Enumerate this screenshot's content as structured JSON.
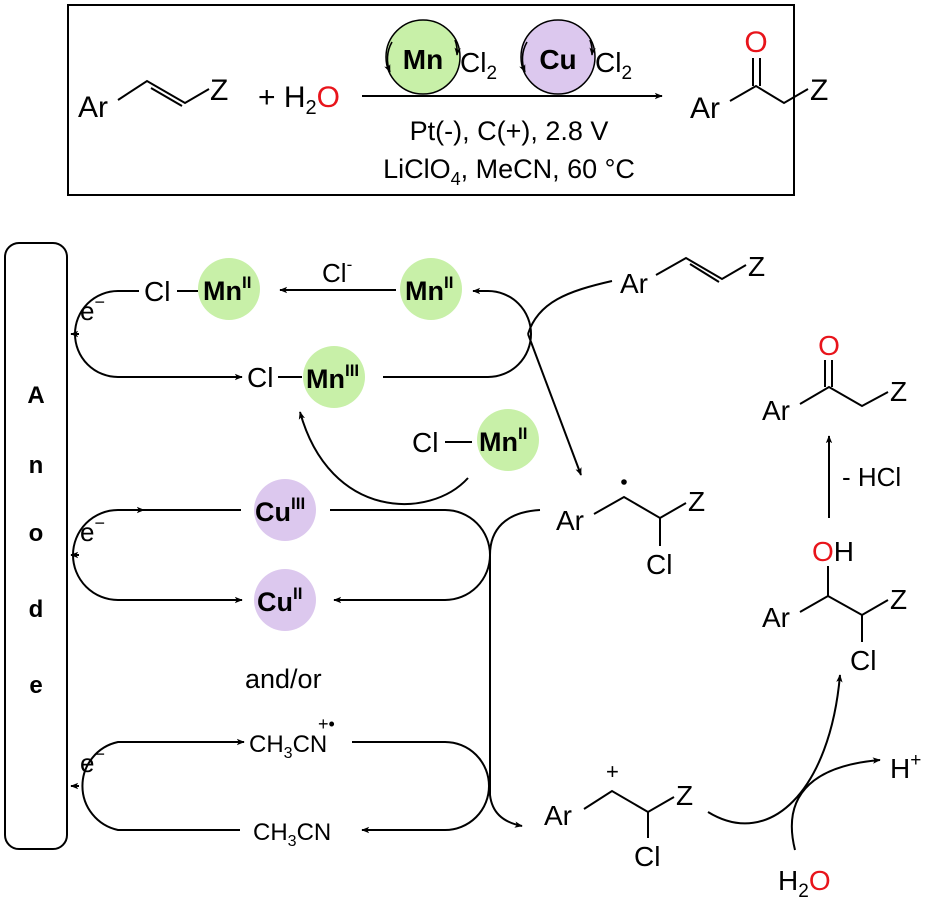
{
  "colors": {
    "mn_fill": "#c8f0a8",
    "cu_fill": "#dcc8ee",
    "oxygen_red": "#e8141b",
    "text": "#000000"
  },
  "top_reaction": {
    "reactant_ar": "Ar",
    "reactant_z": "Z",
    "plus_water_prefix": "+ H",
    "water_sub": "2",
    "water_o": "O",
    "mn_catalyst": "Mn",
    "mn_cl": "Cl",
    "mn_cl_sub": "2",
    "cu_catalyst": "Cu",
    "cu_cl": "Cl",
    "cu_cl_sub": "2",
    "conditions_line1": "Pt(-), C(+), 2.8 V",
    "conditions_line2_pre": "LiClO",
    "conditions_line2_sub": "4",
    "conditions_line2_post": ", MeCN, 60 °C",
    "product_o": "O",
    "product_ar": "Ar",
    "product_z": "Z"
  },
  "anode": {
    "letters": [
      "A",
      "n",
      "o",
      "d",
      "e"
    ]
  },
  "mechanism": {
    "electron": "e",
    "electron_sup": "−",
    "cl_mn2_cl": "Cl",
    "cl_mn2_mn": "Mn",
    "cl_mn2_ox": "II",
    "chloride": "Cl",
    "chloride_sup": "-",
    "mn2_mn": "Mn",
    "mn2_ox": "II",
    "cl_mn3_cl": "Cl",
    "cl_mn3_mn": "Mn",
    "cl_mn3_ox": "III",
    "cl_mn2b_cl": "Cl",
    "cl_mn2b_mn": "Mn",
    "cl_mn2b_ox": "II",
    "cu3_cu": "Cu",
    "cu3_ox": "III",
    "cu2_cu": "Cu",
    "cu2_ox": "II",
    "and_or": "and/or",
    "mecn_radical_pre": "CH",
    "mecn_radical_sub": "3",
    "mecn_radical_post": "CN",
    "mecn_radical_sup": "+•",
    "mecn_pre": "CH",
    "mecn_sub": "3",
    "mecn_post": "CN",
    "alkene_ar": "Ar",
    "alkene_z": "Z",
    "radical_ar": "Ar",
    "radical_z": "Z",
    "radical_cl": "Cl",
    "cation_ar": "Ar",
    "cation_z": "Z",
    "cation_cl": "Cl",
    "cation_plus": "+",
    "h_plus": "H",
    "h_plus_sup": "+",
    "water_h": "H",
    "water_sub": "2",
    "water_o": "O",
    "alcohol_o": "O",
    "alcohol_h": "H",
    "alcohol_ar": "Ar",
    "alcohol_z": "Z",
    "alcohol_cl": "Cl",
    "minus_hcl": "- HCl",
    "ketone_o": "O",
    "ketone_ar": "Ar",
    "ketone_z": "Z"
  }
}
